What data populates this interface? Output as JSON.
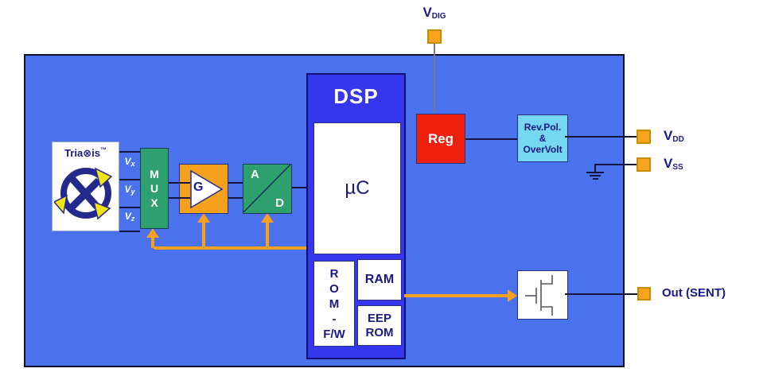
{
  "pins": {
    "vdig": {
      "v": "V",
      "sub": "DIG"
    },
    "vdd": {
      "v": "V",
      "sub": "DD"
    },
    "vss": {
      "v": "V",
      "sub": "SS"
    },
    "out": {
      "label": "Out (SENT)"
    }
  },
  "sensor": {
    "brand": {
      "pre": "Tria",
      "x": "⊗",
      "post": "is",
      "tm": "™"
    }
  },
  "signals": [
    {
      "v": "V",
      "sub": "x"
    },
    {
      "v": "V",
      "sub": "y"
    },
    {
      "v": "V",
      "sub": "z"
    }
  ],
  "mux": {
    "l1": "M",
    "l2": "U",
    "l3": "X"
  },
  "gain": {
    "label": "G"
  },
  "adc": {
    "a": "A",
    "d": "D"
  },
  "dsp": {
    "title": "DSP",
    "uc": "µC",
    "rom": {
      "l1": "R",
      "l2": "O",
      "l3": "M",
      "l4": "-",
      "l5": "F/W"
    },
    "ram": "RAM",
    "eeprom": {
      "l1": "EEP",
      "l2": "ROM"
    }
  },
  "reg": {
    "label": "Reg"
  },
  "protection": {
    "l1": "Rev.Pol.",
    "l2": "&",
    "l3": "OverVolt"
  },
  "colors": {
    "board_blue": "#4A72EC",
    "dsp_blue": "#3636EE",
    "block_green": "#2EA06E",
    "accent_orange": "#F5A11E",
    "pin_orange": "#F6A41E",
    "reg_red": "#EE2010",
    "protection_cyan": "#76D7F2",
    "text_navy": "#191985",
    "logo_yellow": "#F2E318"
  }
}
